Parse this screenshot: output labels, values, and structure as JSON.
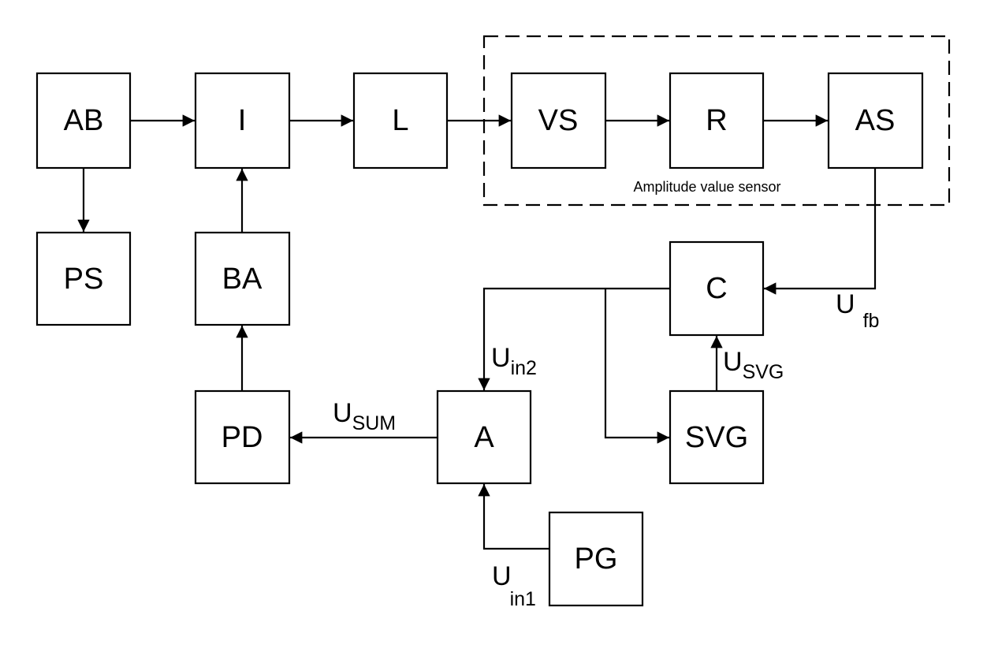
{
  "diagram": {
    "group_caption": "Amplitude value sensor",
    "blocks": {
      "AB": "AB",
      "I": "I",
      "L": "L",
      "VS": "VS",
      "R": "R",
      "AS": "AS",
      "PS": "PS",
      "BA": "BA",
      "PD": "PD",
      "A": "A",
      "C": "C",
      "SVG": "SVG",
      "PG": "PG"
    },
    "signals": {
      "fb": {
        "main": "U",
        "sub": "fb"
      },
      "in2": {
        "main": "U",
        "sub": "in2"
      },
      "sum": {
        "main": "U",
        "sub": "SUM"
      },
      "svg": {
        "main": "U",
        "sub": "SVG"
      },
      "in1": {
        "main": "U",
        "sub": "in1"
      }
    },
    "connections": [
      [
        "AB",
        "I"
      ],
      [
        "I",
        "L"
      ],
      [
        "L",
        "VS"
      ],
      [
        "VS",
        "R"
      ],
      [
        "R",
        "AS"
      ],
      [
        "AB",
        "PS"
      ],
      [
        "BA",
        "I"
      ],
      [
        "PD",
        "BA"
      ],
      [
        "A",
        "PD"
      ],
      [
        "AS",
        "C"
      ],
      [
        "C",
        "A"
      ],
      [
        "C",
        "SVG"
      ],
      [
        "SVG",
        "C"
      ],
      [
        "PG",
        "A"
      ]
    ]
  }
}
